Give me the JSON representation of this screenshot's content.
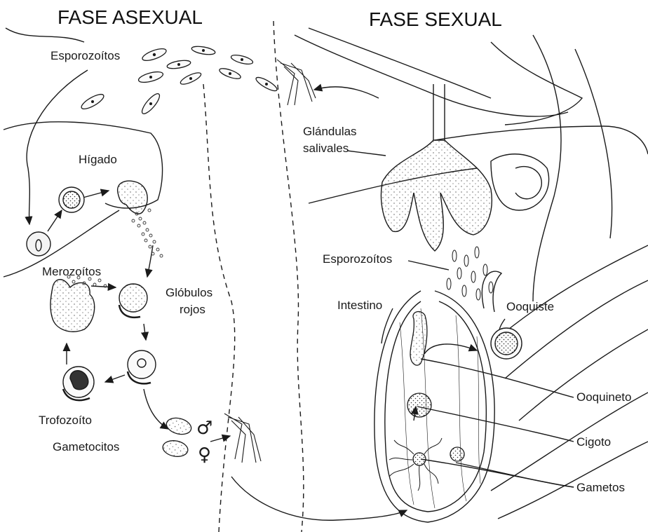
{
  "headers": {
    "asexual": "FASE ASEXUAL",
    "sexual": "FASE SEXUAL"
  },
  "labels": {
    "esporozoitos_top": "Esporozoítos",
    "higado": "Hígado",
    "merozoitos": "Merozoítos",
    "globulos_1": "Glóbulos",
    "globulos_2": "rojos",
    "trofozoito": "Trofozoíto",
    "gametocitos": "Gametocitos",
    "glandulas_1": "Glándulas",
    "glandulas_2": "salivales",
    "esporozoitos_right": "Esporozoítos",
    "intestino": "Intestino",
    "ooquiste": "Ooquiste",
    "ooquineto": "Ooquineto",
    "cigoto": "Cigoto",
    "gametos": "Gametos"
  },
  "symbols": {
    "male": "♂",
    "female": "♀"
  },
  "colors": {
    "ink": "#1a1a1a",
    "background": "#ffffff"
  }
}
